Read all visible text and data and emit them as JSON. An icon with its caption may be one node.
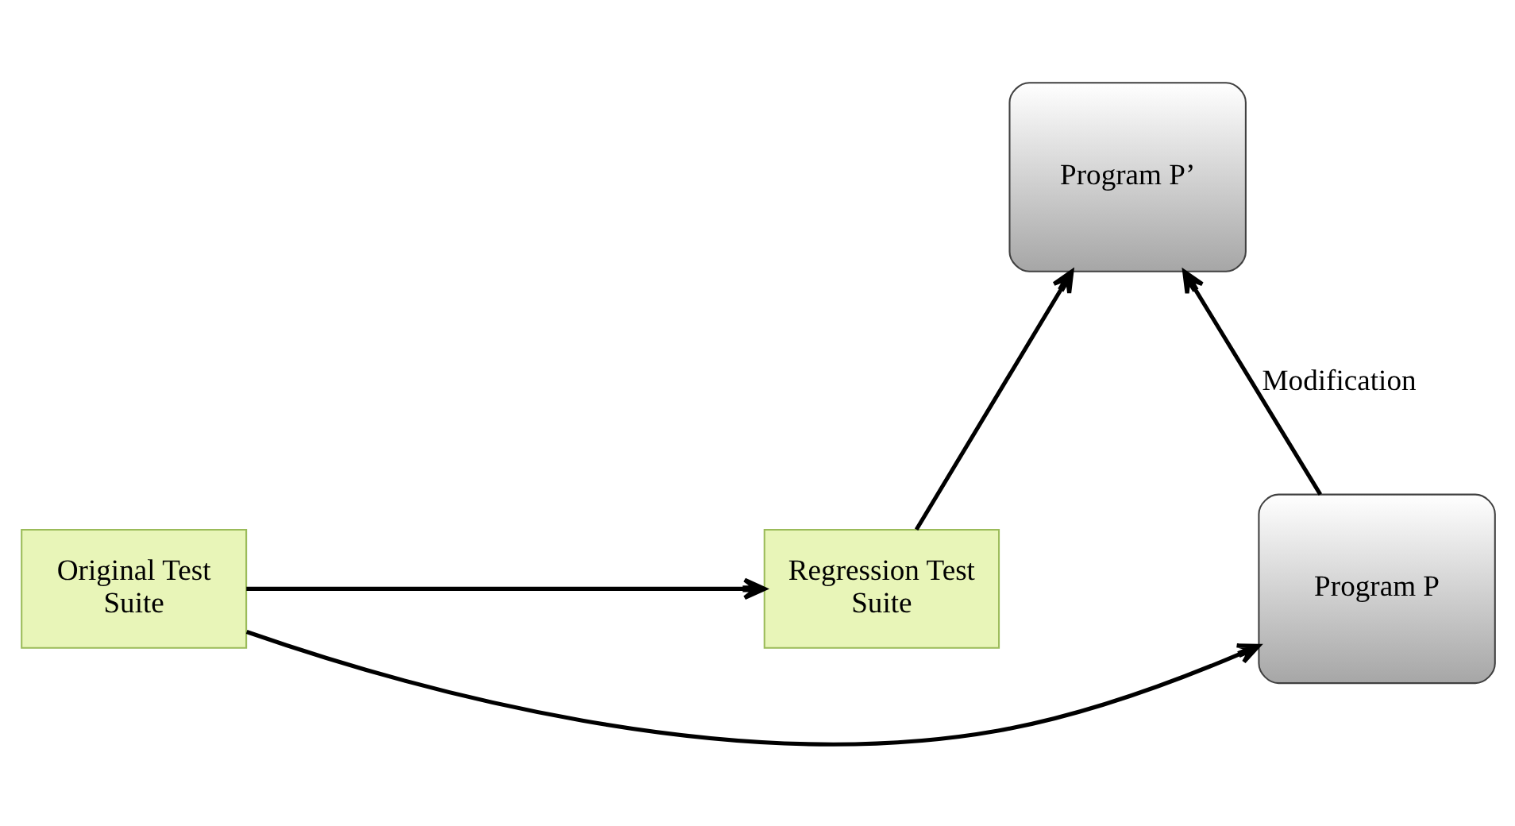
{
  "diagram": {
    "nodes": [
      {
        "text": [
          "Program P"
        ]
      },
      {
        "text": [
          "Program P’"
        ]
      },
      {
        "text": [
          "Original Test Suite"
        ]
      },
      {
        "text": [
          "Regression Test Suite"
        ]
      }
    ],
    "edges": [
      {
        "from": 0,
        "to": 1,
        "arrow": "to",
        "label": "Modification"
      },
      {
        "from": 2,
        "to": 0,
        "arrow": "to"
      },
      {
        "from": 3,
        "to": 1,
        "arrow": "to"
      },
      {
        "from": 2,
        "to": 3,
        "arrow": "to"
      }
    ]
  }
}
